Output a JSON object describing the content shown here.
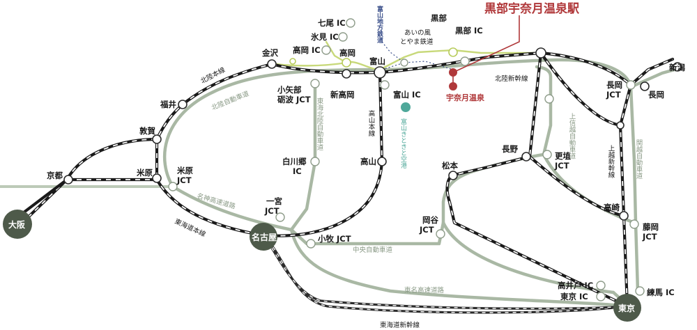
{
  "title": "黒部宇奈月温泉駅",
  "stations": {
    "osaka": "大阪",
    "nagoya": "名古屋",
    "tokyo": "東京",
    "kyoto": "京都",
    "maibara": "米原",
    "tsuruga": "敦賀",
    "fukui": "福井",
    "kanazawa": "金沢",
    "takaoka": "高岡",
    "shin_takaoka": "新高岡",
    "toyama": "富山",
    "kurobe": "黒部",
    "unazuki": "宇奈月温泉",
    "takayama": "高山",
    "matsumoto": "松本",
    "nagano": "長野",
    "takasaki": "高崎",
    "nagaoka": "長岡",
    "niigata": "新潟"
  },
  "interchanges": {
    "nanao": "七尾 IC",
    "himi": "氷見 IC",
    "takaoka_ic": "高岡 IC",
    "kurobe_ic": "黒部 IC",
    "toyama_ic": "富山 IC",
    "oyabe_line1": "小矢部",
    "oyabe_line2": "砺波 JCT",
    "shirakawa_line1": "白川郷",
    "shirakawa_line2": "IC",
    "maibara_jct_line1": "米原",
    "maibara_jct_line2": "JCT",
    "ichinomiya_line1": "一宮",
    "ichinomiya_line2": "JCT",
    "komaki": "小牧 JCT",
    "okaya_line1": "岡谷",
    "okaya_line2": "JCT",
    "koshoku_line1": "更埴",
    "koshoku_line2": "JCT",
    "nagaoka_jct_line1": "長岡",
    "nagaoka_jct_line2": "JCT",
    "fujioka_line1": "藤岡",
    "fujioka_line2": "JCT",
    "takaido": "高井戸 IC",
    "tokyo_ic": "東京 IC",
    "nerima": "練馬 IC"
  },
  "lines": {
    "hokuriku_main": "北陸本線",
    "hokuriku_shinkansen": "北陸新幹線",
    "takayama_main": "高山本線",
    "tokaido_main": "東海道本線",
    "tokaido_shinkansen": "東海道新幹線",
    "joetsu_shinkansen": "上越新幹線",
    "toyama_chiho": "富山地方鉄道",
    "ainokaze_line1": "あいの風",
    "ainokaze_line2": "とやま鉄道"
  },
  "expressways": {
    "hokuriku_exp": "北陸自動車道",
    "tokai_hokuriku": "東海北陸自動車道",
    "meishin": "名神高速道路",
    "chuo": "中央自動車道",
    "tomei": "東名高速道路",
    "joshinetsu": "上信越自動車道",
    "kanetsu": "関越自動車道"
  },
  "airport": "富山きときと空港",
  "colors": {
    "highlight": "#b0383a",
    "big_station": "#4e5a4a",
    "expressway": "#a9b8a4",
    "local_rail": "#c8d97a",
    "toyama_chiho": "#3a4f8a",
    "airport": "#4fa89a"
  }
}
